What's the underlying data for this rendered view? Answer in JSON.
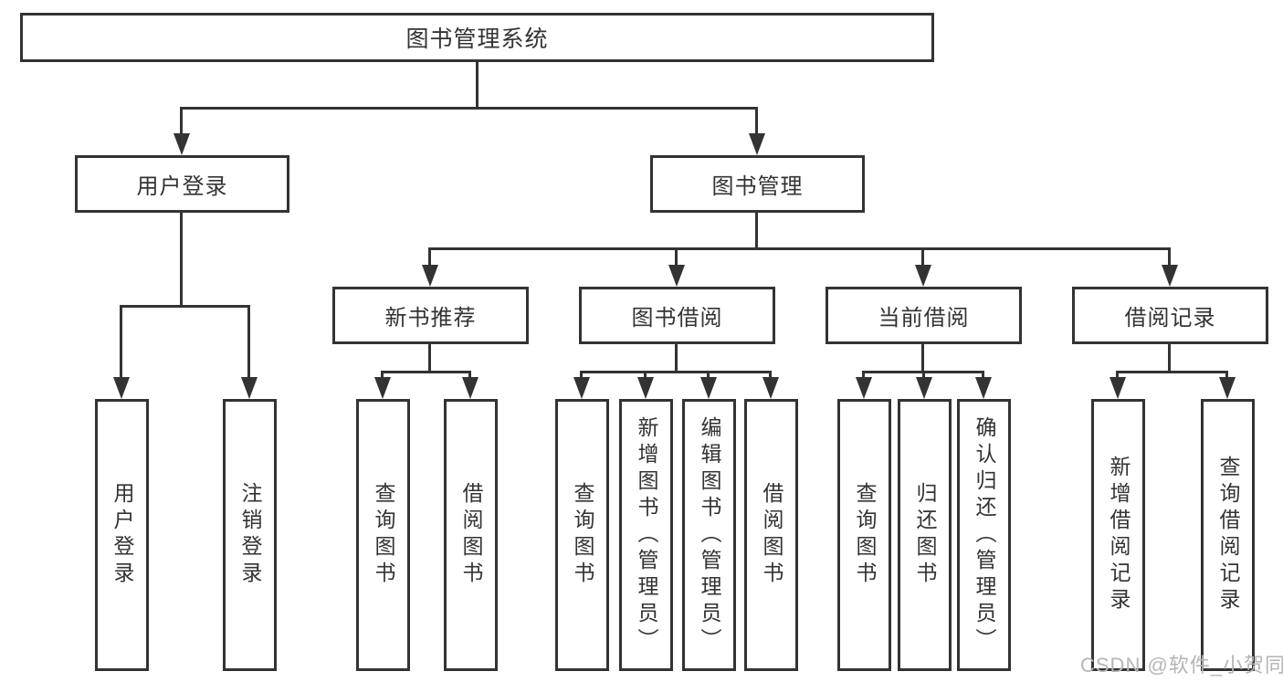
{
  "diagram": {
    "root_label": "图书管理系统",
    "branches": {
      "user_login": {
        "label": "用户登录",
        "children": [
          "用户登录",
          "注销登录"
        ]
      },
      "book_mgmt": {
        "label": "图书管理",
        "sections": {
          "new_books": {
            "label": "新书推荐",
            "children": [
              "查询图书",
              "借阅图书"
            ]
          },
          "book_borrow": {
            "label": "图书借阅",
            "children": [
              "查询图书",
              "新增图书（管理员）",
              "编辑图书（管理员）",
              "借阅图书"
            ]
          },
          "current_borrow": {
            "label": "当前借阅",
            "children": [
              "查询图书",
              "归还图书",
              "确认归还（管理员）"
            ]
          },
          "borrow_records": {
            "label": "借阅记录",
            "children": [
              "新增借阅记录",
              "查询借阅记录"
            ]
          }
        }
      }
    }
  },
  "watermark": {
    "text": "CSDN @软件_小贺同学"
  },
  "colors": {
    "line": "#333333",
    "box_background": "#ffffff",
    "text": "#333333",
    "watermark": "#b5b5b5"
  }
}
